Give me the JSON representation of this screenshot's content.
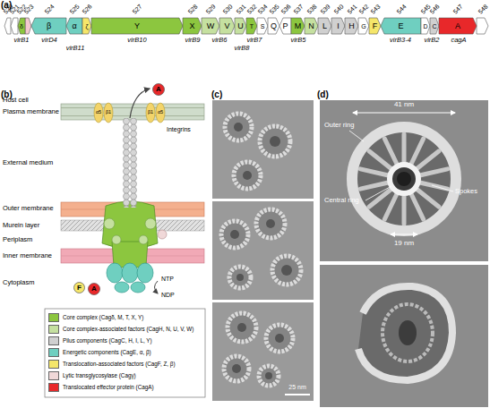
{
  "diagram": {
    "nodes": [
      {
        "text": [
          "δ"
        ]
      },
      {
        "text": [
          "β"
        ]
      },
      {
        "text": [
          "α"
        ]
      },
      {
        "text": [
          "ζ"
        ]
      },
      {
        "text": [
          "Y"
        ]
      },
      {
        "text": [
          "X"
        ]
      },
      {
        "text": [
          "W"
        ]
      },
      {
        "text": [
          "V"
        ]
      },
      {
        "text": [
          "U"
        ]
      },
      {
        "text": [
          "T"
        ]
      },
      {
        "text": [
          "S"
        ]
      },
      {
        "text": [
          "Q"
        ]
      },
      {
        "text": [
          "P"
        ]
      },
      {
        "text": [
          "M"
        ]
      },
      {
        "text": [
          "N"
        ]
      },
      {
        "text": [
          "L"
        ]
      },
      {
        "text": [
          "I"
        ]
      },
      {
        "text": [
          "H"
        ]
      },
      {
        "text": [
          "G"
        ]
      },
      {
        "text": [
          "F"
        ]
      },
      {
        "text": [
          "E"
        ]
      },
      {
        "text": [
          "D"
        ]
      },
      {
        "text": [
          "C"
        ]
      },
      {
        "text": [
          "A"
        ]
      },
      {
        "text": [
          "A"
        ]
      },
      {
        "text": [
          "A"
        ]
      },
      {
        "text": [
          "F"
        ]
      }
    ],
    "labels": [
      "(a)",
      "520",
      "521",
      "522",
      "523",
      "524",
      "525",
      "526",
      "527",
      "528",
      "529",
      "530",
      "531",
      "532",
      "534",
      "535",
      "536",
      "537",
      "538",
      "539",
      "540",
      "541",
      "542",
      "543",
      "544",
      "545",
      "546",
      "547",
      "548",
      "virB1",
      "virD4",
      "virB11",
      "virB10",
      "virB9",
      "virB6",
      "virB8",
      "virB7",
      "virB5",
      "virB3-4",
      "virB2",
      "cagA",
      "(b)",
      "Host cell",
      "Plasma membrane",
      "External medium",
      "Outer membrane",
      "Murein layer",
      "Periplasm",
      "Inner membrane",
      "Cytoplasm",
      "Integrins",
      "α5",
      "β1",
      "β1",
      "α5",
      "NTP",
      "NDP",
      "(c)",
      "25 nm",
      "(d)",
      "41 nm",
      "Outer ring",
      "Central ring",
      "Spokes",
      "19 nm"
    ],
    "legend": [
      {
        "text": "Core complex (Cagδ, M, T, X, Y)",
        "color": "#8cc63f"
      },
      {
        "text": "Core complex-associated factors (CagH, N, U, V, W)",
        "color": "#c5e0a0"
      },
      {
        "text": "Pilus components (CagC, H, I, L, Y)",
        "color": "#d0d0d0"
      },
      {
        "text": "Energetic components (CagE, α, β)",
        "color": "#6fcfc0"
      },
      {
        "text": "Translocation-associated factors (CagF, Z, β)",
        "color": "#f5e66a"
      },
      {
        "text": "Lytic transglycosylase (Cagγ)",
        "color": "#f0d8d8"
      },
      {
        "text": "Translocated effector protein (CagA)",
        "color": "#e8282a"
      }
    ]
  }
}
